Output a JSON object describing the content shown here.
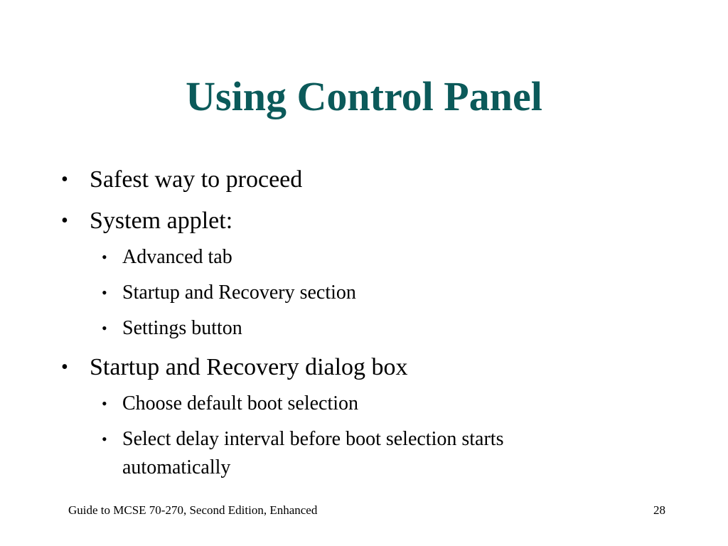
{
  "slide": {
    "title": "Using Control Panel",
    "bullet_glyph": "•",
    "items": [
      {
        "level": 1,
        "text": "Safest way to proceed"
      },
      {
        "level": 1,
        "text": "System applet:"
      },
      {
        "level": 2,
        "text": "Advanced tab"
      },
      {
        "level": 2,
        "text": "Startup and Recovery section"
      },
      {
        "level": 2,
        "text": "Settings button"
      },
      {
        "level": 1,
        "text": "Startup and Recovery dialog box"
      },
      {
        "level": 2,
        "text": "Choose default boot selection"
      },
      {
        "level": 2,
        "text": "Select delay interval before boot selection starts automatically"
      }
    ],
    "title_color": "#0b5a5a"
  },
  "footer": {
    "left": "Guide to MCSE 70-270, Second Edition, Enhanced",
    "page_number": "28"
  }
}
